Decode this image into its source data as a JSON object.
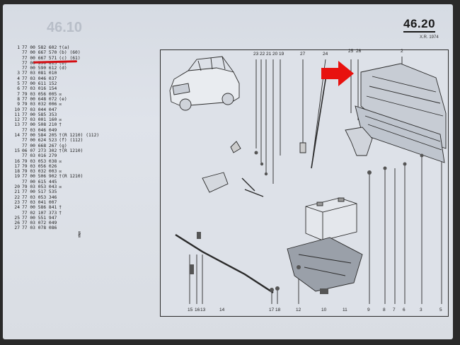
{
  "header": {
    "page_number": "46.20",
    "page_sub": "X.R. 1974",
    "ghost_title": "46.10"
  },
  "parts_list": [
    {
      "ref": "1",
      "num": "77 00 582 602",
      "note": "†(a)"
    },
    {
      "ref": "",
      "num": "77 00 667 570",
      "note": "(b) (60)"
    },
    {
      "ref": "",
      "num": "77 00 667 571",
      "note": "(c) (61)"
    },
    {
      "ref": "",
      "num": "77 00 590 813",
      "note": "(b)"
    },
    {
      "ref": "",
      "num": "77 00 590 612",
      "note": "(d)"
    },
    {
      "ref": "3",
      "num": "77 03 081 010",
      "note": ""
    },
    {
      "ref": "4",
      "num": "77 03 046 037",
      "note": ""
    },
    {
      "ref": "5",
      "num": "77 00 611 152",
      "note": ""
    },
    {
      "ref": "6",
      "num": "77 03 016 154",
      "note": ""
    },
    {
      "ref": "7",
      "num": "79 03 056 005",
      "note": "☒"
    },
    {
      "ref": "8",
      "num": "77 00 648 072",
      "note": "(e)"
    },
    {
      "ref": "9",
      "num": "79 03 032 006",
      "note": "☒"
    },
    {
      "ref": "10",
      "num": "77 03 044 047",
      "note": ""
    },
    {
      "ref": "11",
      "num": "77 00 585 353",
      "note": ""
    },
    {
      "ref": "12",
      "num": "77 03 001 160",
      "note": "☒"
    },
    {
      "ref": "13",
      "num": "77 00 508 210",
      "note": "†"
    },
    {
      "ref": "",
      "num": "77 03 046 049",
      "note": ""
    },
    {
      "ref": "14",
      "num": "77 00 584 205",
      "note": "†(R 1210) (112)"
    },
    {
      "ref": "",
      "num": "77 00 624 523",
      "note": "(f) (112)"
    },
    {
      "ref": "",
      "num": "77 00 668 267",
      "note": "(g)"
    },
    {
      "ref": "15",
      "num": "06 07 273 302",
      "note": "†(R 1210)"
    },
    {
      "ref": "",
      "num": "77 03 016 279",
      "note": ""
    },
    {
      "ref": "16",
      "num": "79 03 053 038",
      "note": "☒"
    },
    {
      "ref": "17",
      "num": "79 03 056 026",
      "note": ""
    },
    {
      "ref": "18",
      "num": "79 03 032 003",
      "note": "☒"
    },
    {
      "ref": "19",
      "num": "77 00 506 902",
      "note": "†(R 1210)"
    },
    {
      "ref": "",
      "num": "77 00 615 445",
      "note": ""
    },
    {
      "ref": "20",
      "num": "79 03 053 043",
      "note": "☒"
    },
    {
      "ref": "21",
      "num": "77 00 517 535",
      "note": ""
    },
    {
      "ref": "22",
      "num": "77 03 053 346",
      "note": ""
    },
    {
      "ref": "23",
      "num": "77 03 041 007",
      "note": ""
    },
    {
      "ref": "24",
      "num": "77 00 586 841",
      "note": "†"
    },
    {
      "ref": "",
      "num": "77 02 107 373",
      "note": "†"
    },
    {
      "ref": "25",
      "num": "77 00 551 947",
      "note": ""
    },
    {
      "ref": "26",
      "num": "77 03 072 049",
      "note": ""
    },
    {
      "ref": "27",
      "num": "77 03 078 086",
      "note": ""
    }
  ],
  "side_mark": "∦",
  "callouts_top": [
    "23",
    "22",
    "21",
    "20",
    "19",
    "27",
    "24",
    "25",
    "26",
    "2"
  ],
  "callouts_bottom": [
    "15",
    "16",
    "13",
    "14",
    "17",
    "18",
    "12",
    "10",
    "11",
    "9",
    "8",
    "7",
    "6",
    "3",
    "5"
  ],
  "colors": {
    "highlight_red": "#d40d12",
    "ink": "#222222",
    "paper": "#dde1e8"
  }
}
